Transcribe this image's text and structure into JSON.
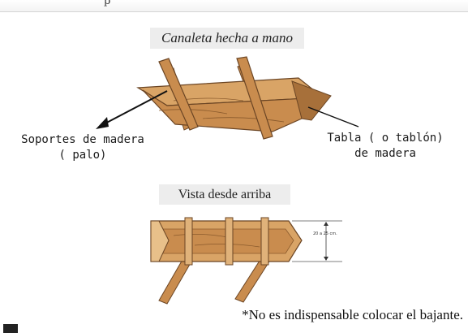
{
  "page": {
    "top_fragment": "p"
  },
  "diagram": {
    "title": "Canaleta hecha a mano",
    "label_supports": [
      "Soportes de madera",
      "( palo)"
    ],
    "label_board": [
      "Tabla ( o tablón)",
      "de madera"
    ],
    "top_view_caption": "Vista desde arriba",
    "dimension_label": "20 a 25 cm.",
    "note": "*No es indispensable colocar el bajante."
  },
  "colors": {
    "wood_light": "#d9a466",
    "wood_mid": "#c98c4e",
    "wood_dark": "#a7703a",
    "wood_outline": "#6b4524",
    "caption_bg": "#ededed"
  }
}
